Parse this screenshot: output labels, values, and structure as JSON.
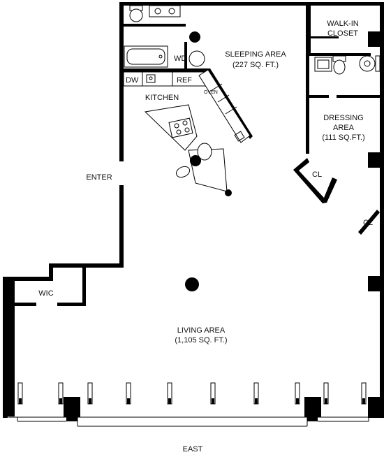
{
  "rooms": {
    "walkin": [
      "WALK-IN",
      "CLOSET"
    ],
    "sleeping": [
      "SLEEPING AREA",
      "(227 SQ. FT.)"
    ],
    "wd": "WD",
    "dw": "DW",
    "ref": "REF",
    "oven": "OVEN",
    "kitchen": "KITCHEN",
    "dressing": [
      "DRESSING",
      "AREA",
      "(111 SQ.FT.)"
    ],
    "cl1": "CL",
    "cl2": "CL",
    "enter": "ENTER",
    "wic": "WIC",
    "living": [
      "LIVING AREA",
      "(1,105 SQ. FT.)"
    ]
  },
  "orientation": "EAST"
}
